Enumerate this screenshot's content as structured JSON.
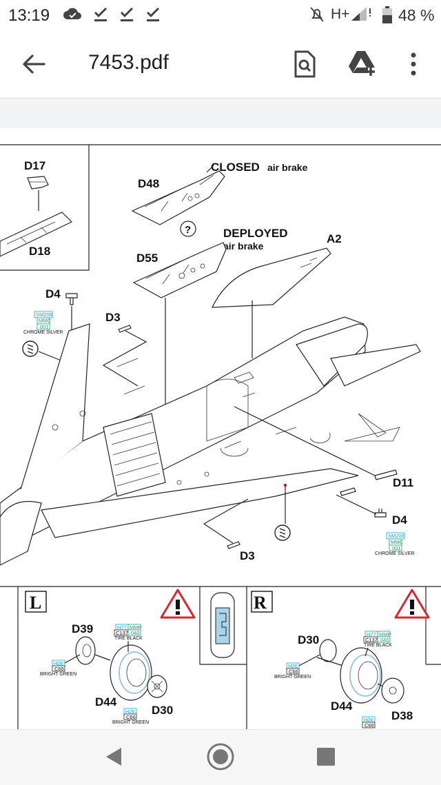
{
  "status_bar": {
    "time": "13:19",
    "network": "H+",
    "battery": "48 %",
    "icons": [
      "cloud-check-icon",
      "download-done-icon",
      "download-done-icon",
      "download-done-icon",
      "mute-icon",
      "signal-icon",
      "battery-icon"
    ]
  },
  "app_bar": {
    "title": "7453.pdf",
    "back_icon": "arrow-back-icon",
    "search_icon": "find-in-document-icon",
    "drive_icon": "add-to-drive-icon",
    "more_icon": "more-vert-icon"
  },
  "drawing": {
    "labels": {
      "d17": "D17",
      "d18": "D18",
      "d48": "D48",
      "d55": "D55",
      "a2": "A2",
      "d4_top": "D4",
      "d3_top": "D3",
      "d11": "D11",
      "d4_bottom": "D4",
      "d3_bottom": "D3",
      "question": "?",
      "closed_bold": "CLOSED",
      "closed_rest": "air brake",
      "deployed_bold": "DEPLOYED",
      "deployed_rest": "air brake"
    },
    "paint_chrome": {
      "c1": "SM206",
      "c2": "MMC",
      "c3": "001",
      "name": "CHROME SILVER"
    },
    "paint_chrome_b": {
      "c1": "SM206",
      "c2": "MMC",
      "c3": "001",
      "name": "CHROME SILVER"
    },
    "left_panel": {
      "side": "L",
      "d39": "D39",
      "d44": "D44",
      "d30": "D30",
      "tire": {
        "c1": "H77",
        "c2": "MMP",
        "c3": "C137",
        "c4": "040",
        "name": "TIRE BLACK"
      },
      "green_a": {
        "c1": "H26",
        "c2": "C66",
        "name": "BRIGHT GREEN"
      },
      "green_b": {
        "c1": "H26",
        "c2": "C66",
        "name": "BRIGHT GREEN"
      }
    },
    "right_panel": {
      "side": "R",
      "d30": "D30",
      "d44": "D44",
      "d38": "D38",
      "tire": {
        "c1": "H77",
        "c2": "MMP",
        "c3": "C137",
        "c4": "040",
        "name": "TIRE BLACK"
      },
      "green_a": {
        "c1": "H26",
        "c2": "C66",
        "name": "BRIGHT GREEN"
      },
      "green_b": {
        "c1": "H26",
        "c2": "C66"
      }
    },
    "warning_icon": "warning-triangle-icon"
  },
  "nav_bar": {
    "back": "nav-back-icon",
    "home": "nav-home-icon",
    "recents": "nav-recents-icon"
  }
}
